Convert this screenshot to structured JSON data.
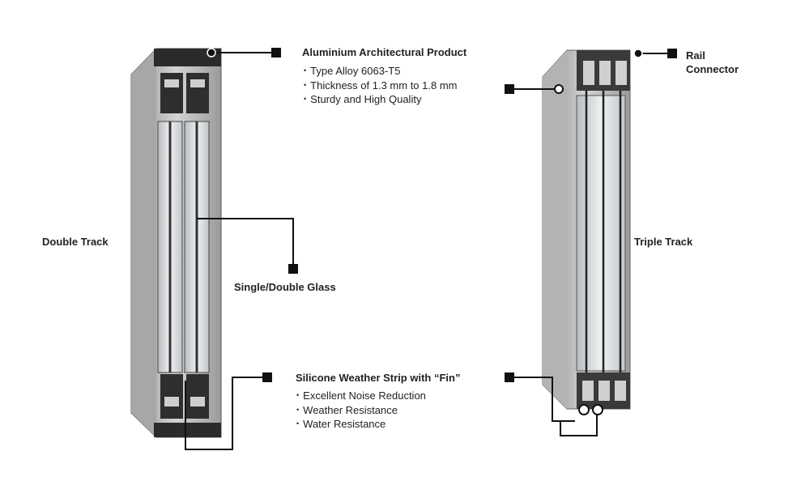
{
  "labels": {
    "double_track": "Double Track",
    "triple_track": "Triple Track",
    "single_double_glass": "Single/Double Glass",
    "rail_connector_line1": "Rail",
    "rail_connector_line2": "Connector"
  },
  "aluminium": {
    "title": "Aluminium Architectural Product",
    "bullets": [
      "Type Alloy 6063-T5",
      "Thickness of 1.3 mm to 1.8 mm",
      "Sturdy and High Quality"
    ]
  },
  "silicone": {
    "title": "Silicone Weather Strip with “Fin”",
    "bullets": [
      "Excellent Noise Reduction",
      "Weather Resistance",
      "Water Resistance"
    ]
  }
}
